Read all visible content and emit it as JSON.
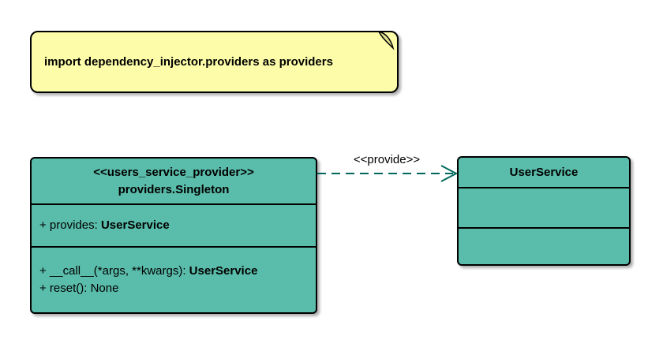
{
  "note": {
    "text": "import dependency_injector.providers as providers"
  },
  "singleton": {
    "stereotype": "<<users_service_provider>>",
    "name": "providers.Singleton",
    "attributes": [
      {
        "text": "+ provides: ",
        "type": "UserService"
      }
    ],
    "methods": [
      {
        "text": "+ __call__(*args, **kwargs): ",
        "type": "UserService"
      },
      {
        "text": "+ reset(): None",
        "type": ""
      }
    ]
  },
  "user_service": {
    "name": "UserService"
  },
  "relation": {
    "label": "<<provide>>"
  },
  "colors": {
    "class_fill": "#5ABCAA",
    "note_fill": "#FCFCA9",
    "arrow": "#00695C",
    "border": "#000000"
  }
}
